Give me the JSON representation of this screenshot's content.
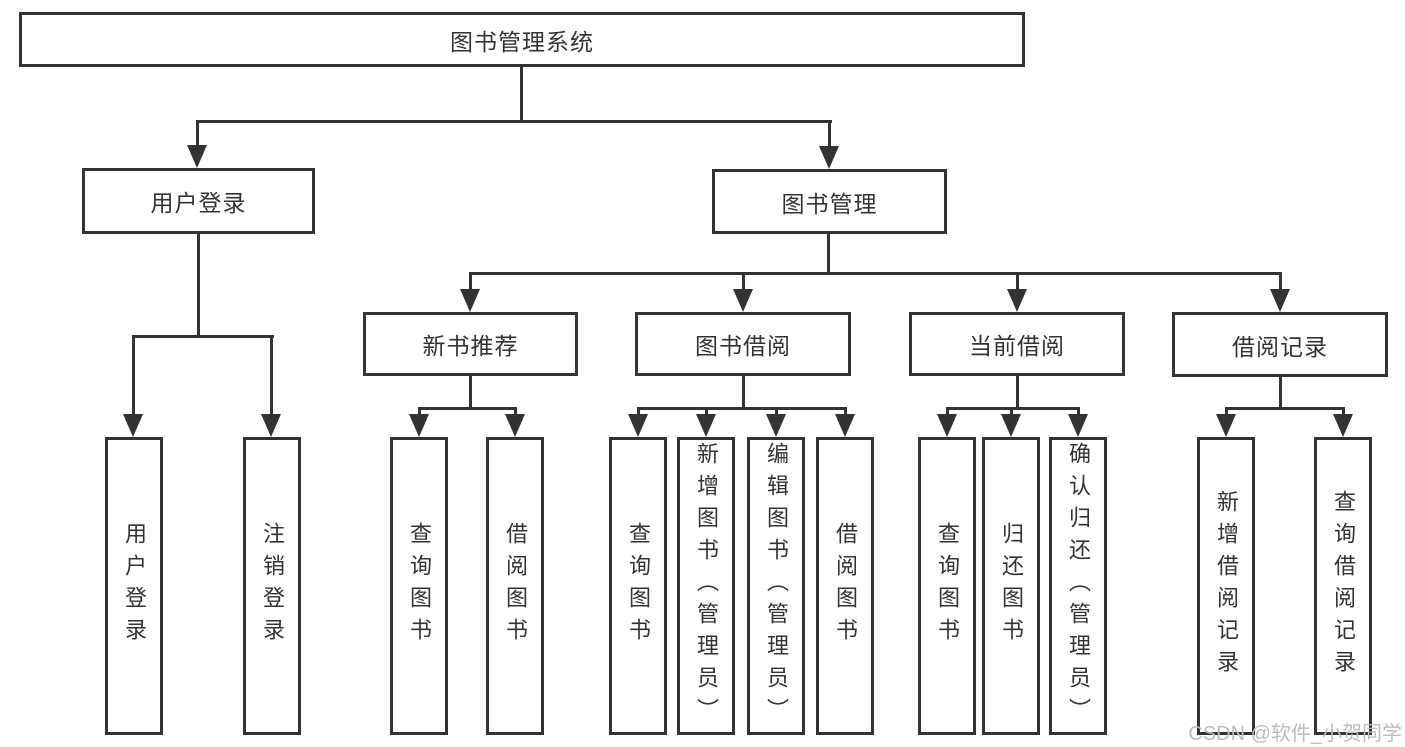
{
  "colors": {
    "line": "#333333",
    "text": "#333333",
    "watermark": "#bcbcbc",
    "background": "#ffffff"
  },
  "watermark": "CSDN @软件_小贺同学",
  "nodes": {
    "root": {
      "label": "图书管理系统"
    },
    "user_login": {
      "label": "用户登录",
      "children": [
        {
          "label": "用户登录"
        },
        {
          "label": "注销登录"
        }
      ]
    },
    "book_mgmt": {
      "label": "图书管理",
      "children": [
        {
          "label": "新书推荐",
          "children": [
            {
              "label": "查询图书"
            },
            {
              "label": "借阅图书"
            }
          ]
        },
        {
          "label": "图书借阅",
          "children": [
            {
              "label": "查询图书"
            },
            {
              "label": "新增图书（管理员）"
            },
            {
              "label": "编辑图书（管理员）"
            },
            {
              "label": "借阅图书"
            }
          ]
        },
        {
          "label": "当前借阅",
          "children": [
            {
              "label": "查询图书"
            },
            {
              "label": "归还图书"
            },
            {
              "label": "确认归还（管理员）"
            }
          ]
        },
        {
          "label": "借阅记录",
          "children": [
            {
              "label": "新增借阅记录"
            },
            {
              "label": "查询借阅记录"
            }
          ]
        }
      ]
    }
  }
}
